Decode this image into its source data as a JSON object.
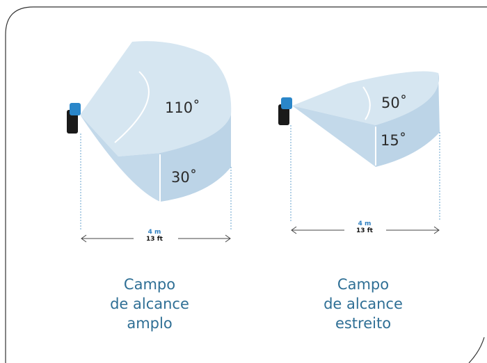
{
  "panels": [
    {
      "id": "wide",
      "title_lines": [
        "Campo",
        "de alcance",
        "amplo"
      ],
      "horizontal_angle": "110˚",
      "vertical_angle": "30˚",
      "distance_m": "4 m",
      "distance_ft": "13 ft"
    },
    {
      "id": "narrow",
      "title_lines": [
        "Campo",
        "de alcance",
        "estreito"
      ],
      "horizontal_angle": "50˚",
      "vertical_angle": "15˚",
      "distance_m": "4 m",
      "distance_ft": "13 ft"
    }
  ],
  "colors": {
    "cone_light": "#dbe9f3",
    "cone_mid": "#c7dcec",
    "cone_dark": "#b4cfe3",
    "sensor_blue": "#2a86c9",
    "sensor_black": "#1a1a1a",
    "title_color": "#2f6f95",
    "frame": "#333333"
  }
}
